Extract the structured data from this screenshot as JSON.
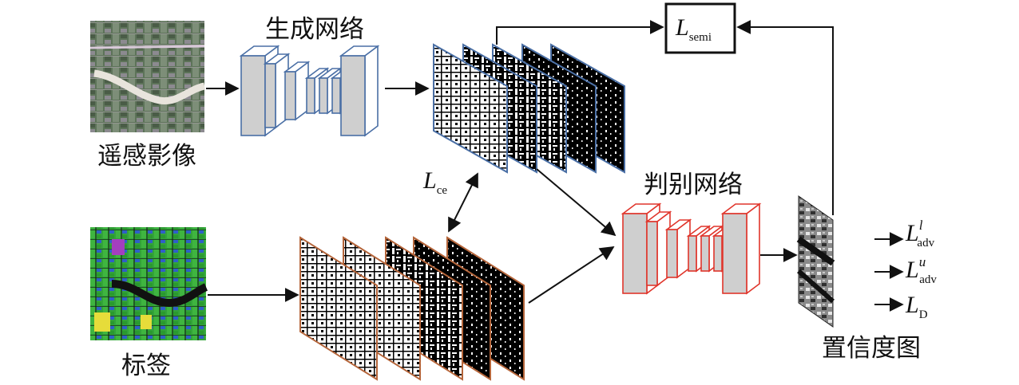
{
  "labels": {
    "remote_sensing_image": "遥感影像",
    "label_map": "标签",
    "generator": "生成网络",
    "discriminator": "判别网络",
    "confidence_map": "置信度图"
  },
  "losses": {
    "semi": {
      "main": "L",
      "sub": "semi"
    },
    "ce": {
      "main": "L",
      "sub": "ce"
    },
    "adv_l": {
      "main": "L",
      "sup": "l",
      "sub": "adv"
    },
    "adv_u": {
      "main": "L",
      "sup": "u",
      "sub": "adv"
    },
    "d": {
      "main": "L",
      "sub": "D"
    }
  },
  "colors": {
    "generator_stroke": "#4a6fa5",
    "discriminator_stroke": "#e0352b",
    "prediction_stroke": "#4a6fa5",
    "label_stack_stroke": "#b5653a",
    "layer_face": "#cfcfcf",
    "arrow": "#111111"
  }
}
